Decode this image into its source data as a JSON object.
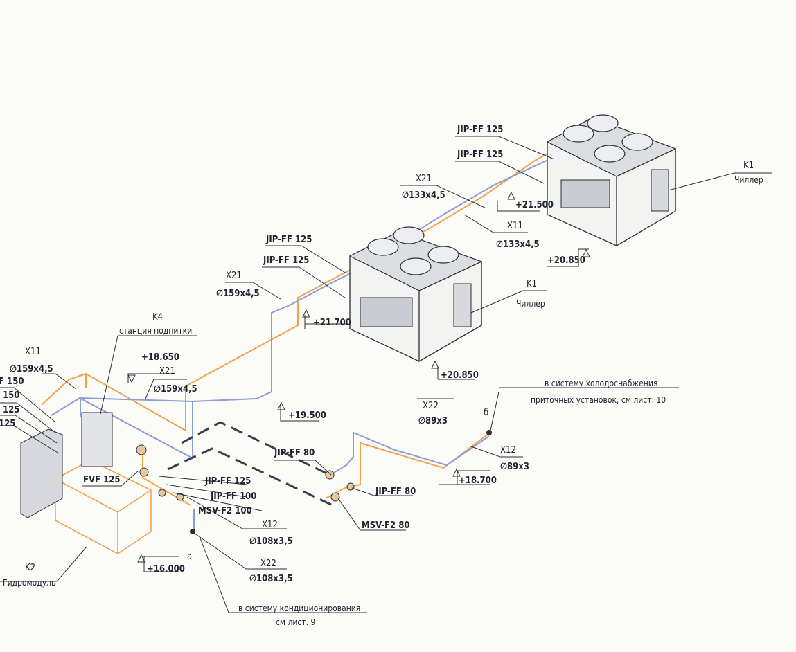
{
  "units": {
    "chiller_upper": {
      "tag": "K1",
      "name": "Чиллер"
    },
    "chiller_lower": {
      "tag": "K1",
      "name": "Чиллер"
    },
    "hydromodule": {
      "tag": "K2",
      "name": "Гидромодуль"
    },
    "makeup_station": {
      "tag": "K4",
      "name": "станция подпитки"
    }
  },
  "valves": {
    "jip_ff_125": "JIP-FF 125",
    "jip_ff_100": "JIP-FF 100",
    "jip_ff_80": "JIP-FF 80",
    "msv_f2_100": "MSV-F2 100",
    "msv_f2_80": "MSV-F2 80",
    "fvf_125": "FVF 125",
    "f_150": "F 150",
    "v_150": "150",
    "v_125a": "125",
    "v_125b": "125"
  },
  "pipes": {
    "x21": "X21",
    "x11": "X11",
    "x22": "X22",
    "x12": "X12",
    "d133": "∅133x4,5",
    "d159": "∅159x4,5",
    "d108": "∅108x3,5",
    "d89": "∅89x3"
  },
  "elevations": {
    "e21500": "+21.500",
    "e20850": "+20.850",
    "e21700": "+21.700",
    "e18650": "+18.650",
    "e19500": "+19.500",
    "e18700": "+18.700",
    "e16000": "+16.000"
  },
  "notes": {
    "point_a": "а",
    "point_b": "б",
    "to_cooling_l1": "в систему холодоснабжения",
    "to_cooling_l2": "приточных установок, см лист. 10",
    "to_ac_l1": "в систему кондиционирования",
    "to_ac_l2": "см лист. 9"
  },
  "colors": {
    "supply_pipe": "#f2a24a",
    "return_pipe": "#8c9bd6",
    "linework": "#2a2e3a"
  }
}
